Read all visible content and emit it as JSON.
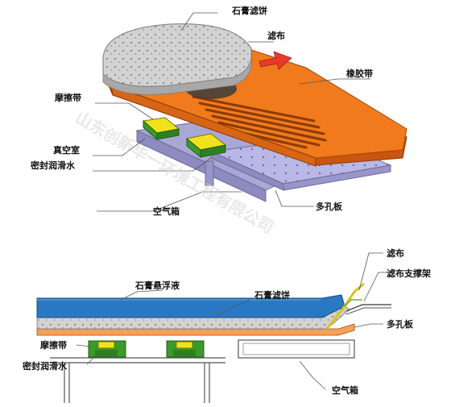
{
  "top_diagram": {
    "labels": {
      "gypsum_cake": "石膏滤饼",
      "filter_cloth": "滤布",
      "rubber_belt": "橡胶带",
      "friction_belt": "摩擦带",
      "vacuum_chamber": "真空室",
      "seal_water": "密封润滑水",
      "air_box": "空气箱",
      "perforated_plate": "多孔板"
    }
  },
  "bottom_diagram": {
    "labels": {
      "filter_cloth": "滤布",
      "cloth_support": "滤布支撑架",
      "gypsum_slurry": "石膏悬浮液",
      "gypsum_cake": "石膏滤饼",
      "perforated_plate": "多孔板",
      "friction_belt": "摩擦带",
      "seal_water": "密封润滑水",
      "air_box": "空气箱"
    }
  },
  "watermark": "山东创新华一环境工程有限公司",
  "colors": {
    "rubber_belt": "#f07a1c",
    "rubber_belt_dark": "#c85510",
    "cake": "#d2d2d2",
    "slurry": "#2a78c4",
    "plate": "#b9b7e6",
    "plate_dark": "#8d8bbf",
    "friction_green": "#3a9a2a",
    "friction_yellow": "#f2e21c",
    "arrow_red": "#e83a2a"
  }
}
